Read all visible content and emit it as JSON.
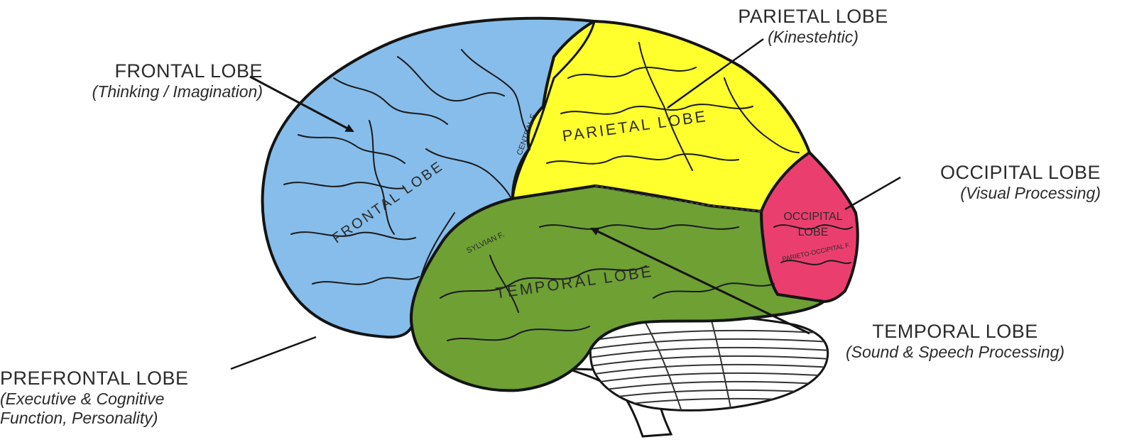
{
  "labels": {
    "frontal": {
      "title": "FRONTAL LOBE",
      "sub": "(Thinking / Imagination)"
    },
    "parietal": {
      "title": "PARIETAL LOBE",
      "sub": "(Kinestehtic)"
    },
    "occipital": {
      "title": "OCCIPITAL LOBE",
      "sub": "(Visual Processing)"
    },
    "temporal": {
      "title": "TEMPORAL LOBE",
      "sub": "(Sound & Speech Processing)"
    },
    "prefrontal": {
      "title": "PREFRONTAL LOBE",
      "sub1": "(Executive & Cognitive",
      "sub2": "Function, Personality)"
    }
  },
  "region_text": {
    "frontal": "FRONTAL LOBE",
    "parietal": "PARIETAL LOBE",
    "temporal": "TEMPORAL LOBE",
    "occipital_1": "OCCIPITAL",
    "occipital_2": "LOBE",
    "central_fissure": "CENTRAL F.",
    "sylvian_fissure": "SYLVIAN F.",
    "parieto_occipital_fissure": "PARIETO-OCCIPITAL F."
  },
  "colors": {
    "frontal": "#86bdea",
    "parietal": "#ffff2e",
    "temporal": "#6ea034",
    "occipital": "#ea3f6e",
    "cerebellum": "#ffffff",
    "outline": "#141414",
    "text": "#2b2b2b"
  }
}
